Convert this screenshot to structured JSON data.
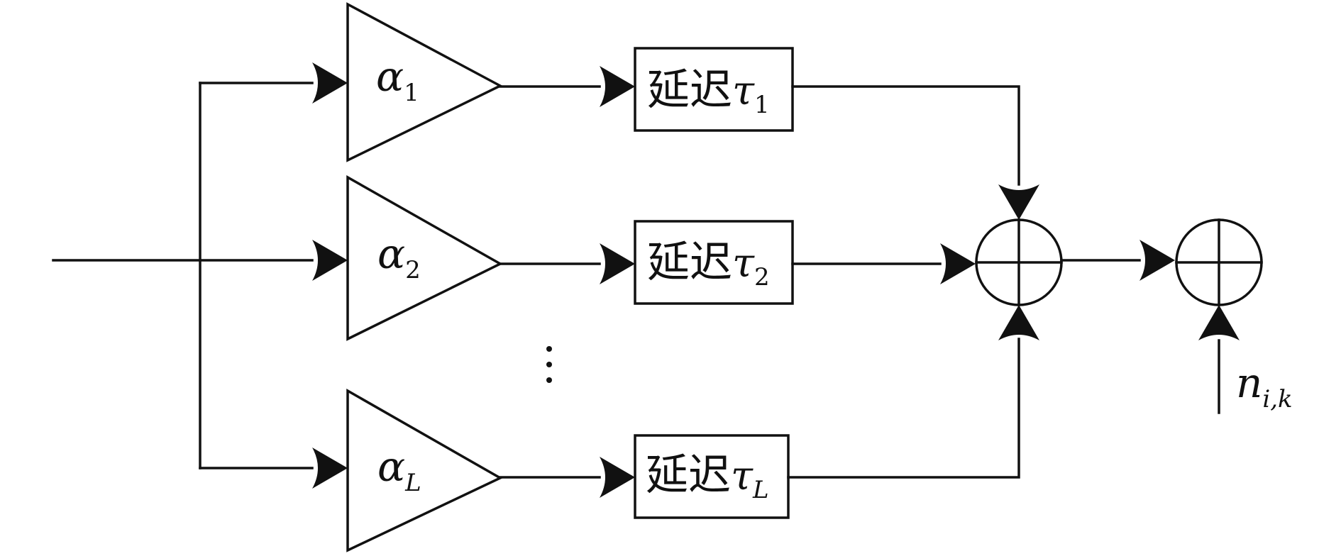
{
  "diagram": {
    "branches": [
      {
        "gain_symbol": "α",
        "gain_sub": "1",
        "delay_word": "延迟",
        "delay_symbol": "τ",
        "delay_sub": "1"
      },
      {
        "gain_symbol": "α",
        "gain_sub": "2",
        "delay_word": "延迟",
        "delay_symbol": "τ",
        "delay_sub": "2"
      },
      {
        "gain_symbol": "α",
        "gain_sub": "L",
        "delay_word": "延迟",
        "delay_symbol": "τ",
        "delay_sub": "L"
      }
    ],
    "noise": {
      "symbol": "n",
      "sub": "i,k"
    }
  }
}
